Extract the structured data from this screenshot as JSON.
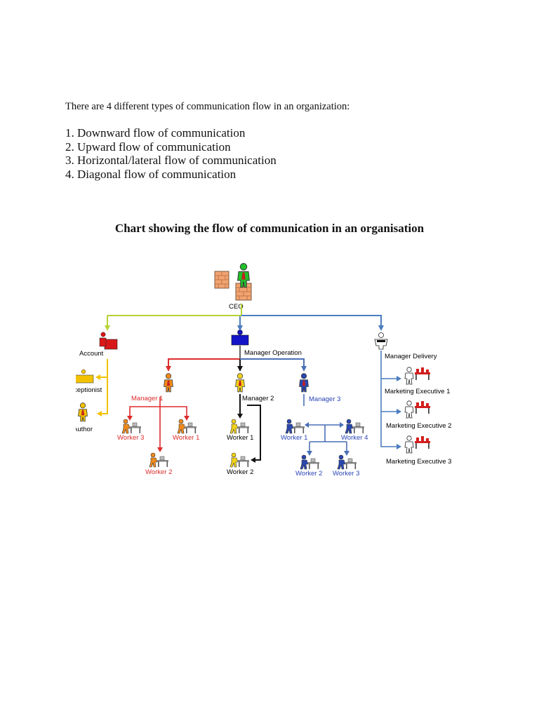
{
  "intro": "There are 4 different types of communication flow in an organization:",
  "flow_types": [
    "1. Downward flow of communication",
    "2. Upward flow of communication",
    "3. Horizontal/lateral flow of communication",
    "4. Diagonal flow of communication"
  ],
  "chart_title": "Chart showing the flow of communication in an organisation",
  "chart": {
    "ceo": "CEO",
    "account_branch": {
      "account": "Account",
      "receptionist": "Receptionist",
      "author": "Author"
    },
    "operation_branch": {
      "manager_operation": "Manager Operation",
      "manager1": {
        "label": "Manager 1",
        "worker3": "Worker 3",
        "worker1": "Worker 1",
        "worker2": "Worker 2"
      },
      "manager2": {
        "label": "Manager 2",
        "worker1": "Worker 1",
        "worker2": "Worker 2"
      },
      "manager3": {
        "label": "Manager 3",
        "worker1": "Worker 1",
        "worker4": "Worker 4",
        "worker2": "Worker 2",
        "worker3": "Worker 3"
      }
    },
    "delivery_branch": {
      "manager_delivery": "Manager Delivery",
      "exec1": "Marketing Executive 1",
      "exec2": "Marketing Executive 2",
      "exec3": "Marketing Executive 3"
    }
  },
  "colors": {
    "ceo_link": "#b5d334",
    "account_branch": "#f2c200",
    "operation_link": "#4a6fb5",
    "manager1": "#dd2c2c",
    "manager2": "#111111",
    "manager3": "#2944b5",
    "delivery": "#4a7dc0",
    "person_orange": "#f08a1c",
    "person_yellow": "#f2d21a",
    "person_blue": "#2a47b0",
    "person_green": "#22c02a"
  },
  "icons": [
    "ceo-person-icon",
    "account-desk-icon",
    "receptionist-desk-icon",
    "author-person-icon",
    "manager-operation-icon",
    "manager-person-icon",
    "worker-desk-icon",
    "manager-delivery-icon",
    "marketing-executive-icon"
  ]
}
